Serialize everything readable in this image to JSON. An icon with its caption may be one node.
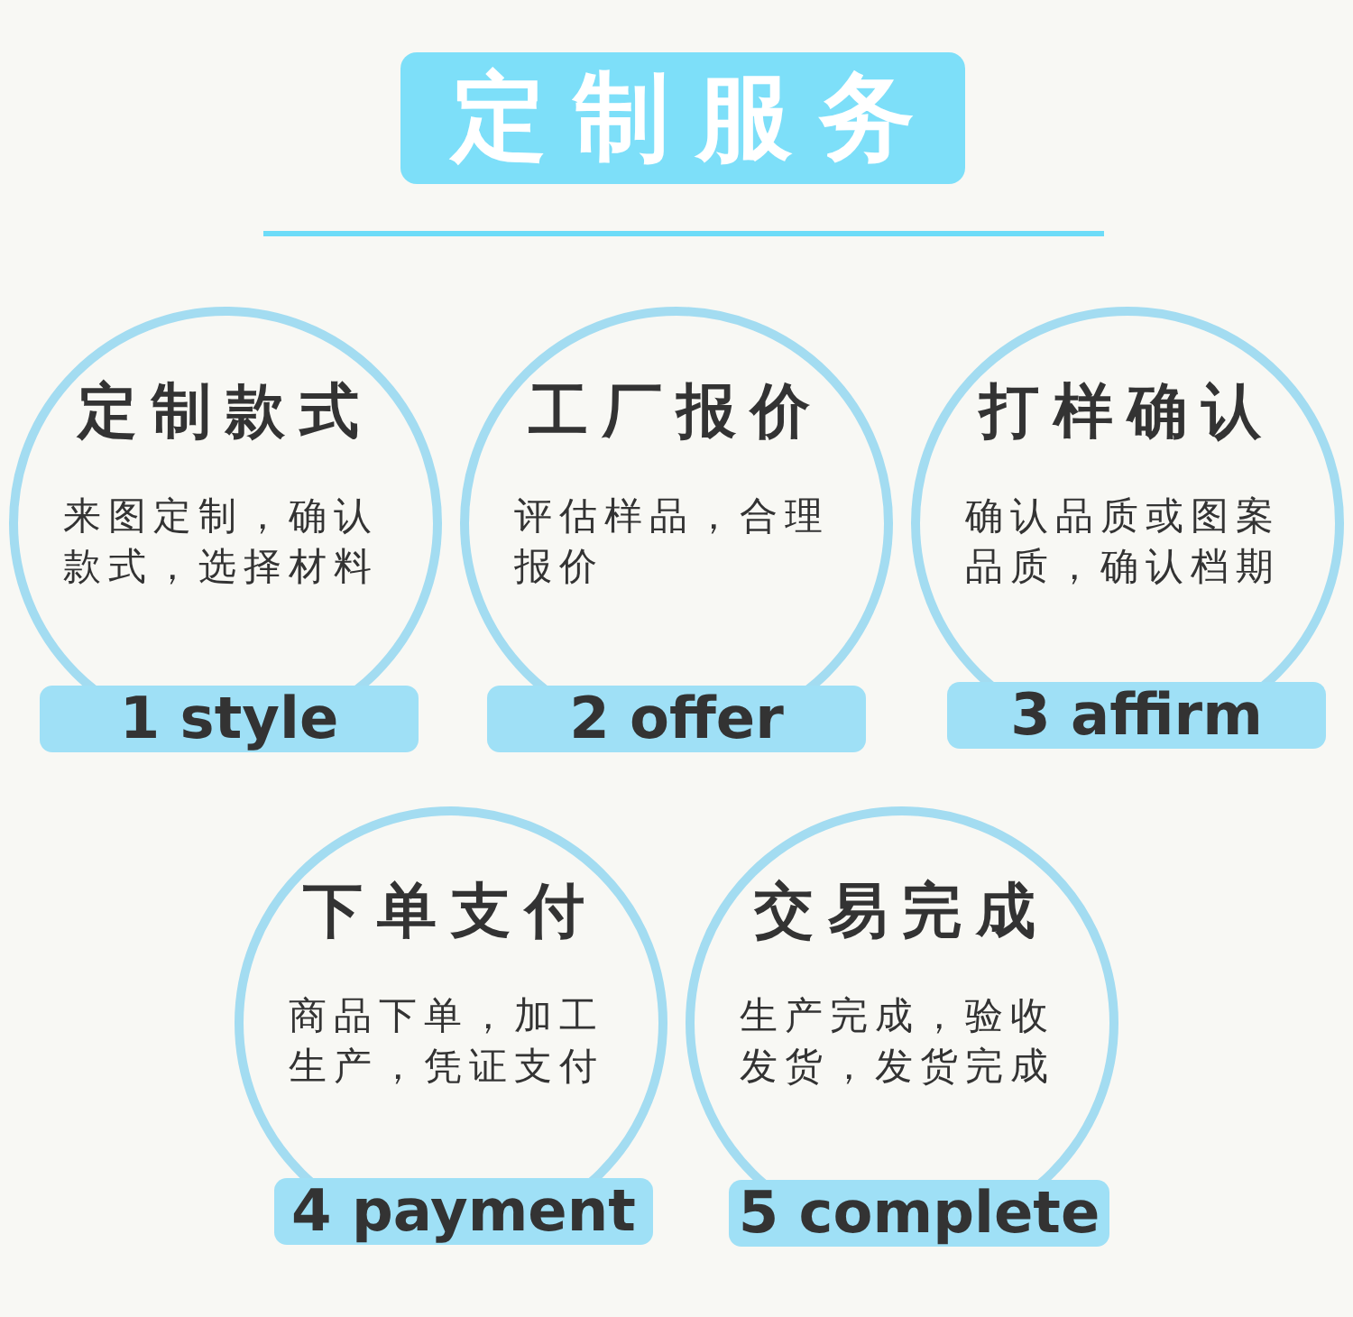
{
  "diagram": {
    "title": "定制服务",
    "nodes": [
      {
        "text": [
          "定制款式",
          "来图定制，确认款式，选择材料"
        ]
      },
      {
        "text": [
          "1 style"
        ]
      },
      {
        "text": [
          "工厂报价",
          "评估样品，合理报价"
        ]
      },
      {
        "text": [
          "2 offer"
        ]
      },
      {
        "text": [
          "打样确认",
          "确认品质或图案品质，确认档期"
        ]
      },
      {
        "text": [
          "3 affirm"
        ]
      },
      {
        "text": [
          "下单支付",
          "商品下单，加工生产，凭证支付"
        ]
      },
      {
        "text": [
          "4 payment"
        ]
      },
      {
        "text": [
          "交易完成",
          "生产完成，验收发货，发货完成"
        ]
      },
      {
        "text": [
          "5 complete"
        ]
      }
    ]
  }
}
